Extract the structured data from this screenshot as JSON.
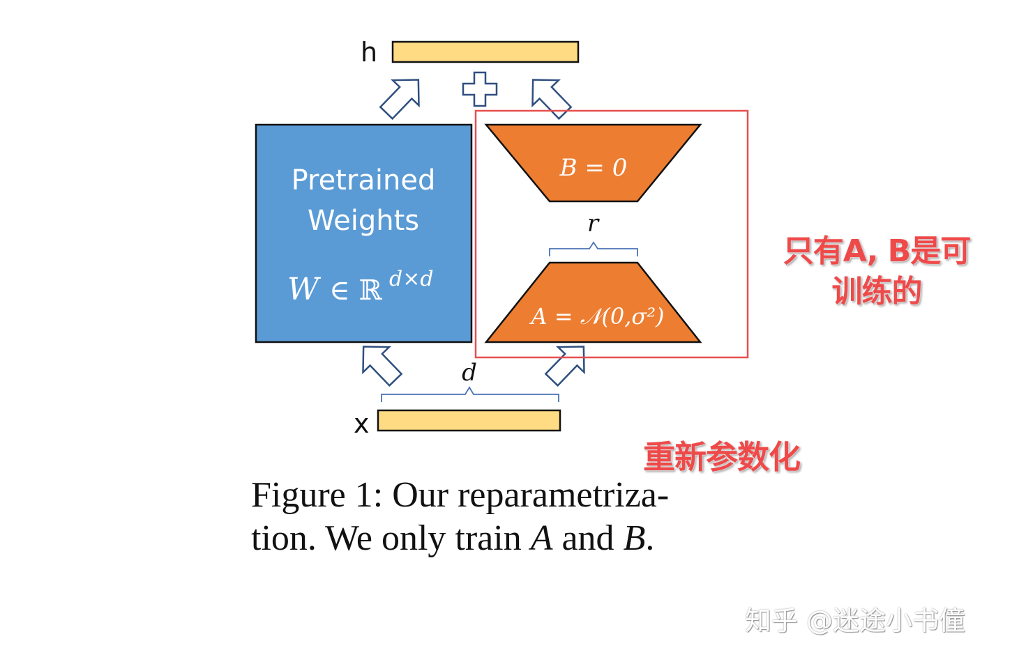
{
  "diagram": {
    "h_label": "h",
    "x_label": "x",
    "pretrained_line1": "Pretrained",
    "pretrained_line2": "Weights",
    "w_symbol": "W",
    "w_member": "∈ ℝ",
    "w_exponent": "d×d",
    "b_eq": "B = 0",
    "a_eq": "A = 𝒩(0,σ²)",
    "r_label": "r",
    "d_label": "d",
    "colors": {
      "pretrained_fill": "#5b9bd5",
      "lora_fill": "#ed7d31",
      "vector_fill": "#ffdb83",
      "arrow_stroke": "#2f4f7f",
      "highlight_box": "#e84f4f"
    }
  },
  "annotations": {
    "trainable_line1": "只有A, B是可",
    "trainable_line2": "训练的",
    "reparam": "重新参数化"
  },
  "caption": {
    "prefix": "Figure 1: Our reparametriza-",
    "line2_start": "tion.  We only train ",
    "var_a": "A",
    "and": " and ",
    "var_b": "B",
    "end": "."
  },
  "watermark": "知乎 @迷途小书僮"
}
